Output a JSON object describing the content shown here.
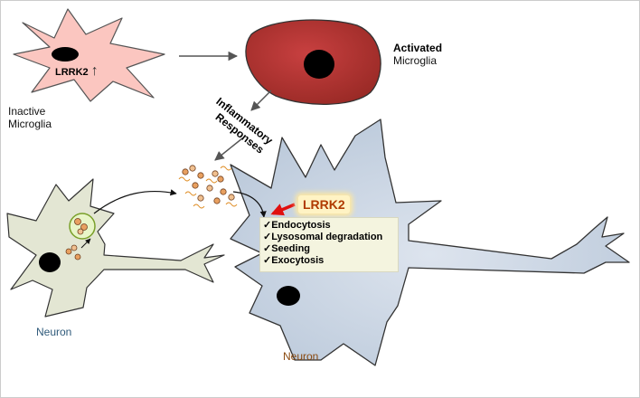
{
  "microglia": {
    "inactive_gene": "LRRK2",
    "inactive_arrow": "↑",
    "inactive_line1": "Inactive",
    "inactive_line2": "Microglia",
    "activated_line1": "Activated",
    "activated_line2": "Microglia"
  },
  "inflammatory": {
    "line1": "Inflammatory",
    "line2": "Responses"
  },
  "lrrk2_label": "LRRK2",
  "functions": [
    "✓Endocytosis",
    "✓Lysosomal degradation",
    "✓Seeding",
    "✓Exocytosis"
  ],
  "neurons": {
    "left": "Neuron",
    "right": "Neuron"
  },
  "colors": {
    "inactive_microglia": "#fbc6c0",
    "activated_microglia": "#b8302c",
    "left_neuron": "#e3e6d3",
    "right_neuron": "#c9d4e2",
    "nucleus": "#000000",
    "vesicle": "#e8f5c8",
    "aggregate": "#e8a060",
    "red_arrow": "#e01010",
    "lrrk2_highlight": "#fff3c4"
  }
}
